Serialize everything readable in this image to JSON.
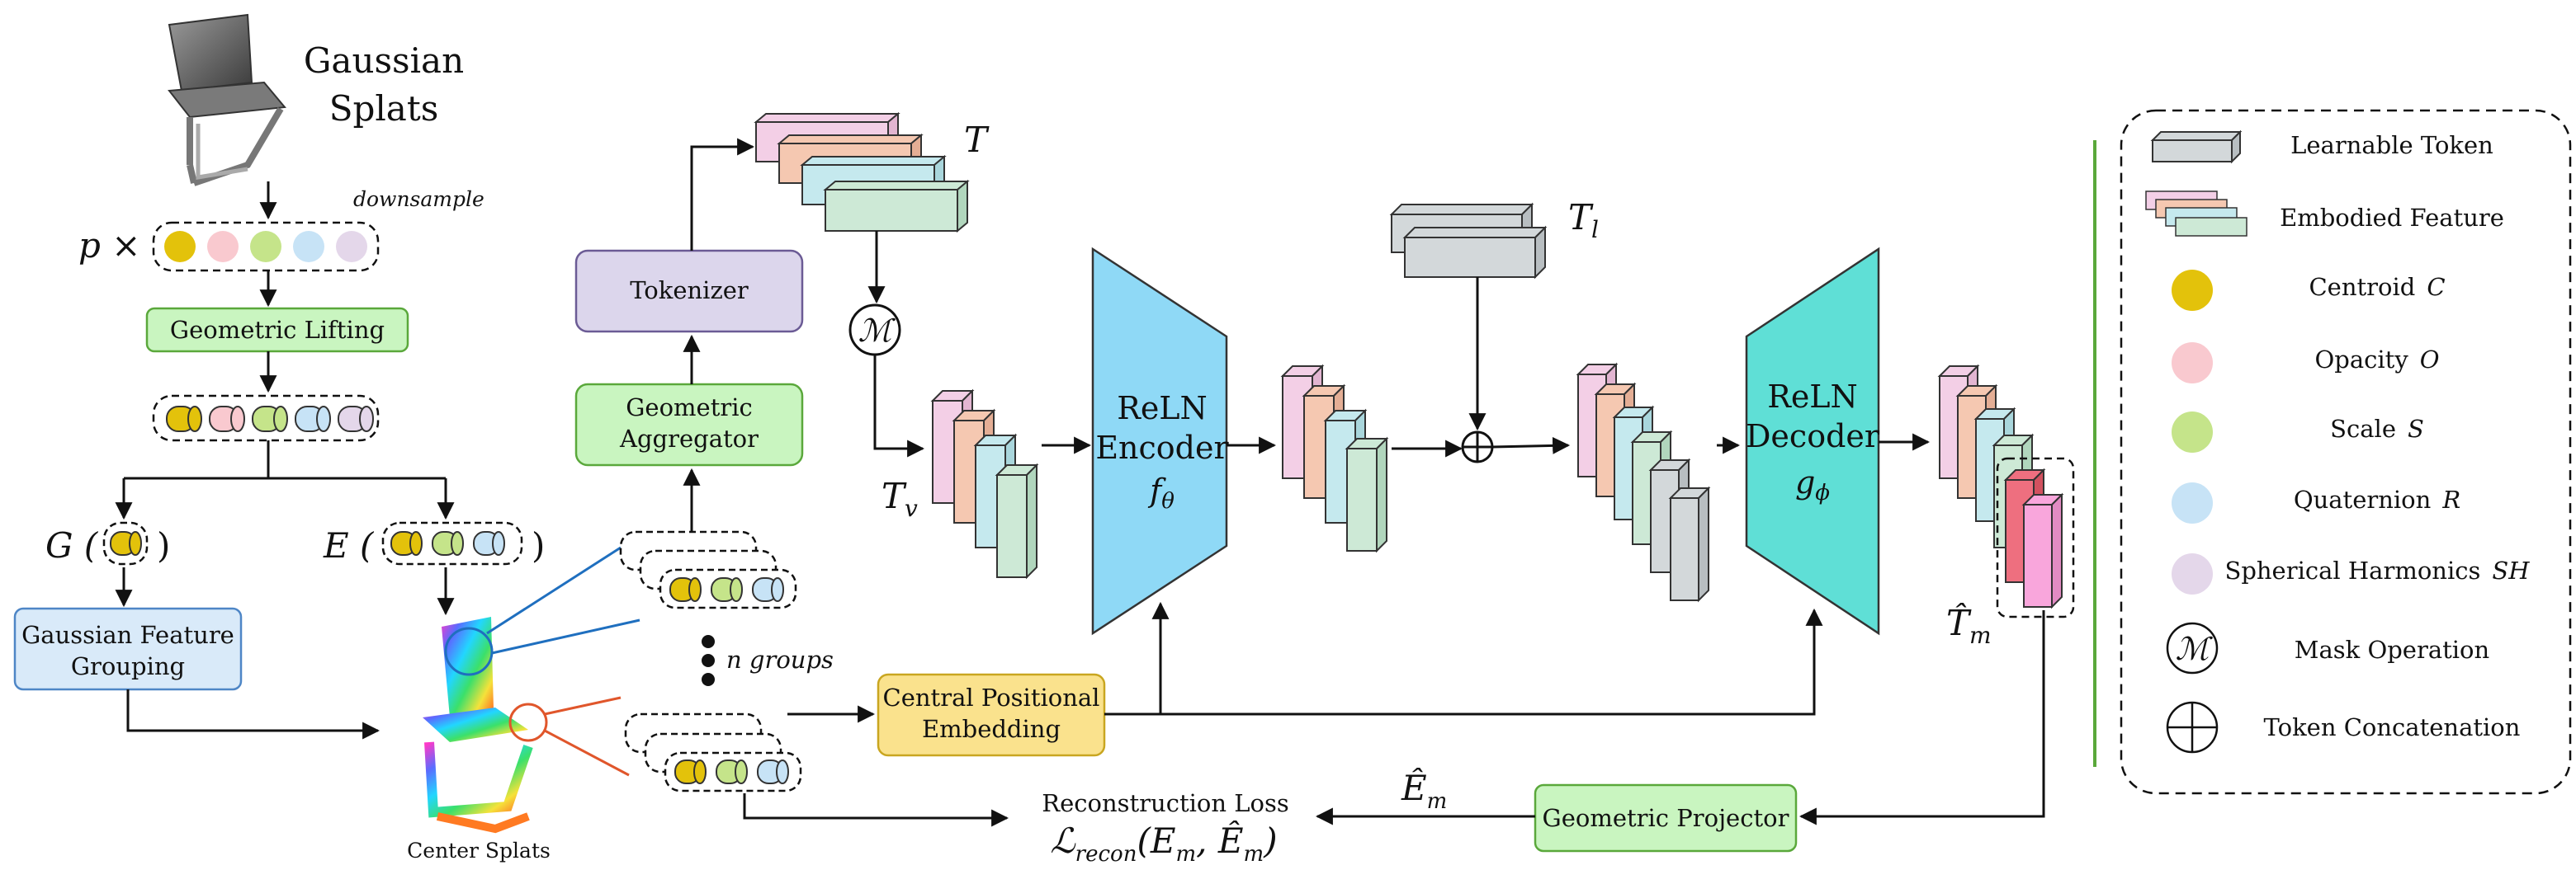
{
  "colors": {
    "centroid": "#e3c20b",
    "opacity": "#f9c9cf",
    "scale": "#c5e48a",
    "quaternion": "#c7e3f6",
    "sh": "#e4d7ea",
    "token_gray": "#d3d8da",
    "token_pink": "#f3cfe6",
    "token_peach": "#f5c8b1",
    "token_cyan": "#c5e9ee",
    "token_green": "#cde9d6",
    "encoder": "#8fd9f6",
    "decoder": "#5fdfd6",
    "green_box": "#c9f5c0",
    "green_border": "#5aa83b",
    "blue_box": "#d9eaf9",
    "blue_border": "#4e86c6",
    "purple_box": "#dcd6ec",
    "purple_border": "#6b5b95",
    "yellow_box": "#fae28d",
    "yellow_border": "#c9a620",
    "mask_pink": "#ee6f7f",
    "mask_magenta": "#f9a6dc"
  },
  "icons": [
    "chair-splat-icon",
    "colored-chair-point-cloud-icon",
    "mask-operation-icon",
    "concatenation-icon"
  ],
  "left": {
    "title_line1": "Gaussian",
    "title_line2": "Splats",
    "downsample": "downsample",
    "p_label": "p ×",
    "geometric_lifting": "Geometric Lifting",
    "g_label": "G (",
    "e_label": "E (",
    "close_paren": ")",
    "gfg_line1": "Gaussian Feature",
    "gfg_line2": "Grouping",
    "center_splats": "Center Splats",
    "n_groups": "n groups"
  },
  "middle": {
    "tokenizer": "Tokenizer",
    "aggregator_line1": "Geometric",
    "aggregator_line2": "Aggregator",
    "t_label": "T",
    "tv_label": "T",
    "tv_sub": "v",
    "mask_symbol": "ℳ",
    "cpe_line1": "Central Positional",
    "cpe_line2": "Embedding"
  },
  "encoder": {
    "line1": "ReLN",
    "line2": "Encoder",
    "symbol": "f",
    "sub": "θ"
  },
  "decoder": {
    "line1": "ReLN",
    "line2": "Decoder",
    "symbol": "g",
    "sub": "ϕ"
  },
  "right": {
    "tl_label": "T",
    "tl_sub": "l",
    "plus": "⊕",
    "tm_label": "T̂",
    "tm_sub": "m",
    "projector": "Geometric Projector",
    "em_label": "Ê",
    "em_sub": "m",
    "loss_title": "Reconstruction Loss",
    "loss_formula": "ℒ",
    "loss_sub": "recon",
    "loss_args": "(E",
    "loss_args_sub": "m",
    "loss_args2": ", Ê",
    "loss_args2_sub": "m",
    "loss_close": ")"
  },
  "legend": {
    "items": [
      {
        "label": "Learnable Token"
      },
      {
        "label": "Embodied Feature"
      },
      {
        "label": "Centroid",
        "symbol": "C"
      },
      {
        "label": "Opacity",
        "symbol": "O"
      },
      {
        "label": "Scale",
        "symbol": "S"
      },
      {
        "label": "Quaternion",
        "symbol": "R"
      },
      {
        "label": "Spherical Harmonics",
        "symbol": "SH"
      },
      {
        "label": "Mask Operation"
      },
      {
        "label": "Token Concatenation"
      }
    ]
  }
}
